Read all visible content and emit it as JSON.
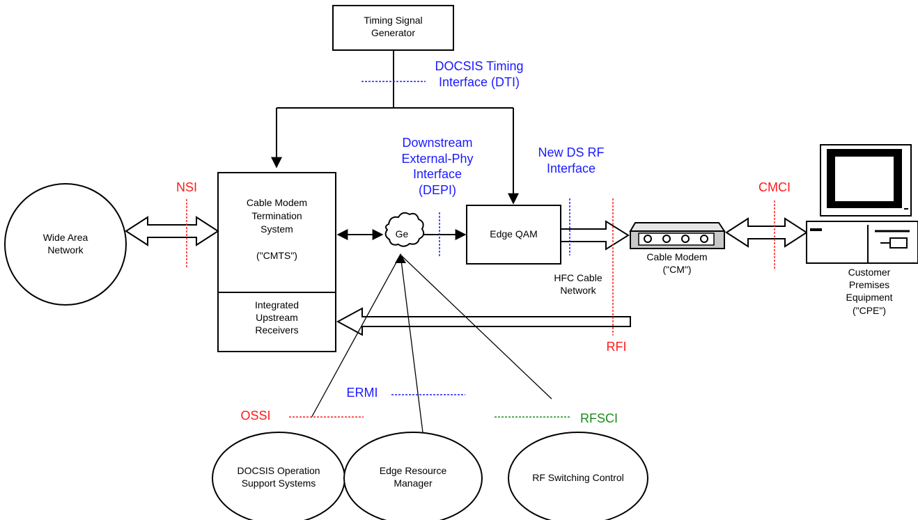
{
  "nodes": {
    "timing_signal_generator": "Timing Signal\nGenerator",
    "wide_area_network": "Wide Area\nNetwork",
    "cmts": "Cable Modem\nTermination\nSystem\n\n(\"CMTS\")",
    "integrated_upstream_receivers": "Integrated\nUpstream\nReceivers",
    "ge": "Ge",
    "edge_qam": "Edge QAM",
    "cable_modem": "Cable Modem\n(\"CM\")",
    "customer_premises_equipment": "Customer\nPremises\nEquipment\n(\"CPE\")",
    "hfc_cable_network": "HFC Cable\nNetwork",
    "docsis_oss": "DOCSIS Operation\nSupport Systems",
    "edge_resource_manager": "Edge Resource\nManager",
    "rf_switching_control": "RF Switching Control"
  },
  "interfaces": {
    "dti": "DOCSIS Timing\nInterface (DTI)",
    "depi": "Downstream\nExternal-Phy\nInterface\n(DEPI)",
    "new_ds_rf": "New DS RF\nInterface",
    "nsi": "NSI",
    "cmci": "CMCI",
    "rfi": "RFI",
    "ermi": "ERMI",
    "ossi": "OSSI",
    "rfsci": "RFSCI"
  },
  "colors": {
    "line": "#000000",
    "blue_interface": "#1a1aff",
    "red_interface": "#ff1a1a",
    "green_interface": "#1a8c1a",
    "modem_body": "#c8c8c8"
  }
}
